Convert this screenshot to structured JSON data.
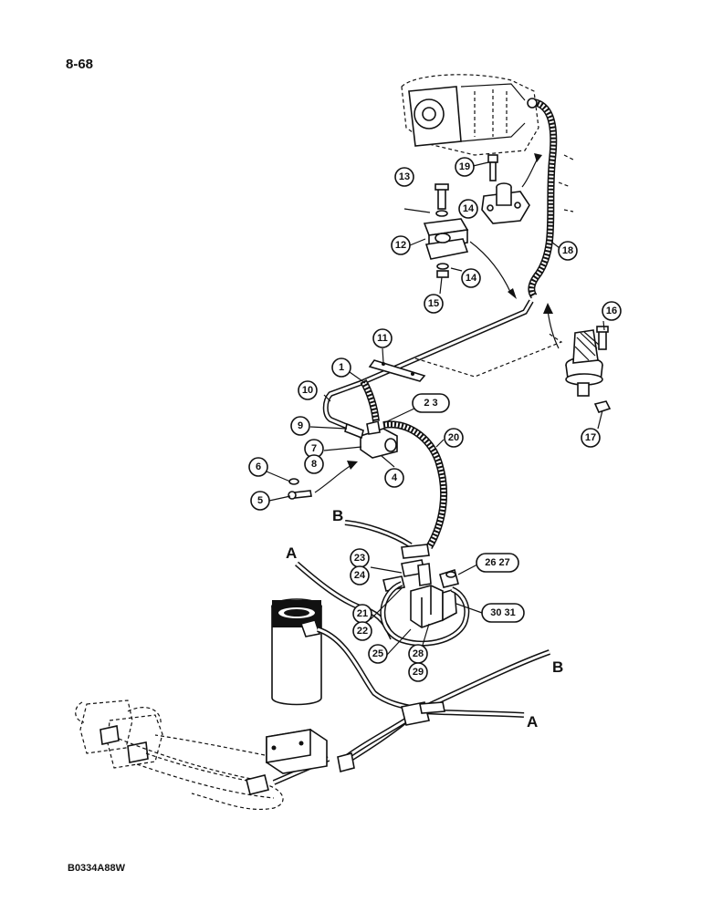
{
  "page_number": "8-68",
  "figure_code": "B0334A88W",
  "line_letters": {
    "a_top": "A",
    "a_bottom": "A",
    "b_top": "B",
    "b_bottom": "B"
  },
  "callouts": {
    "c1": "1",
    "c2_3": "2 3",
    "c4": "4",
    "c5": "5",
    "c6": "6",
    "c7": "7",
    "c8": "8",
    "c9": "9",
    "c10": "10",
    "c11": "11",
    "c12": "12",
    "c13": "13",
    "c14a": "14",
    "c14b": "14",
    "c15": "15",
    "c16": "16",
    "c17": "17",
    "c18": "18",
    "c19": "19",
    "c20": "20",
    "c21": "21",
    "c22": "22",
    "c23": "23",
    "c24": "24",
    "c25": "25",
    "c26_27": "26 27",
    "c28": "28",
    "c29": "29",
    "c30_31": "30 31"
  }
}
